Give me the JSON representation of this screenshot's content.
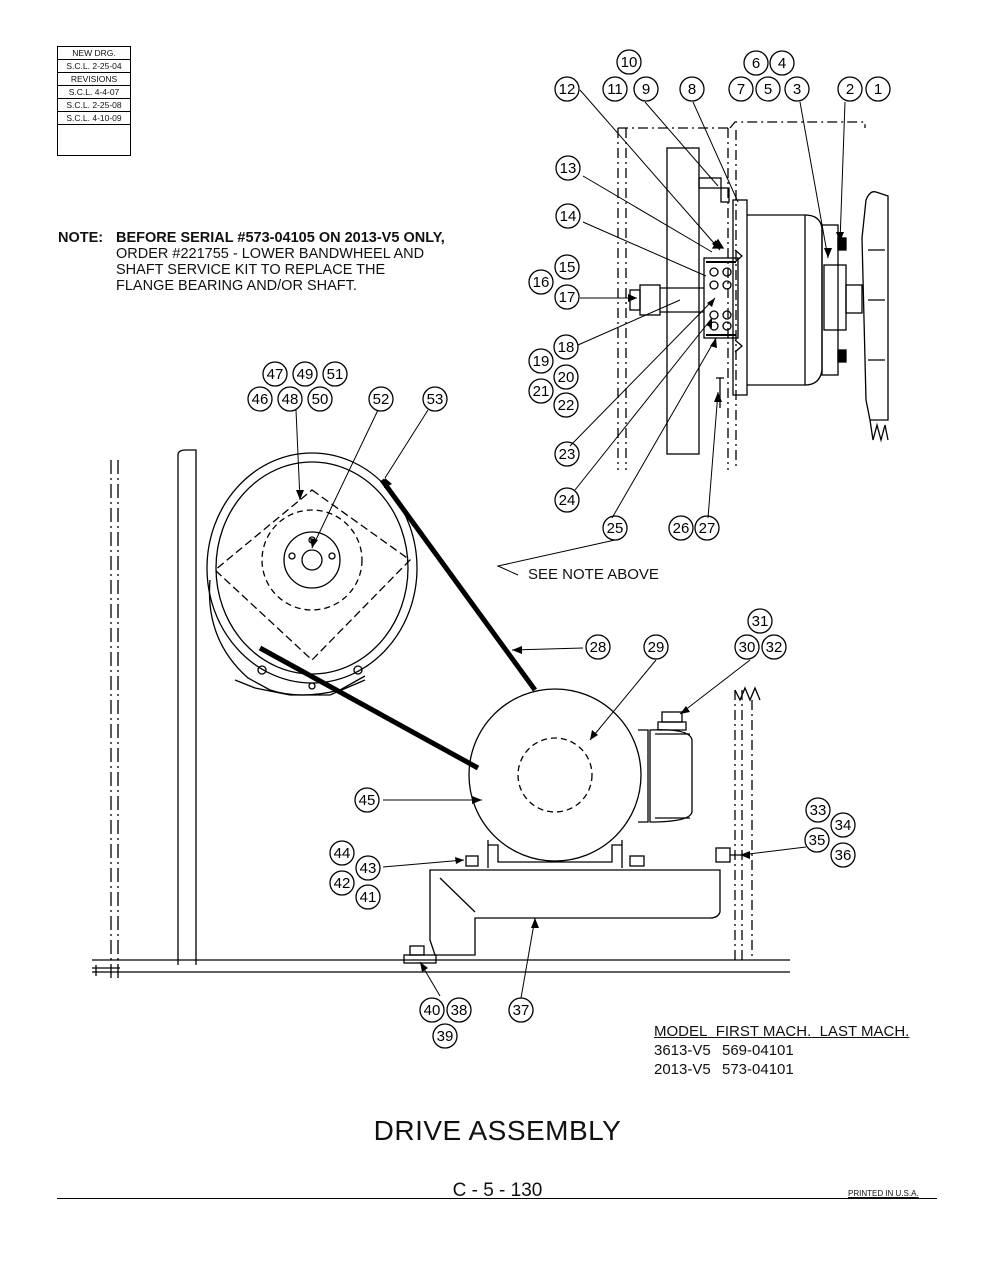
{
  "revisions": {
    "new_drg_label": "NEW DRG.",
    "new_drg_value": "S.C.L. 2-25-04",
    "header": "REVISIONS",
    "entries": [
      "S.C.L. 4-4-07",
      "S.C.L. 2-25-08",
      "S.C.L. 4-10-09"
    ]
  },
  "note": {
    "label": "NOTE:",
    "line1": "BEFORE SERIAL #573-04105 ON 2013-V5 ONLY,",
    "line2": "ORDER #221755 - LOWER BANDWHEEL AND",
    "line3": "SHAFT SERVICE KIT TO REPLACE THE",
    "line4": "FLANGE BEARING AND/OR SHAFT."
  },
  "see_note": "SEE NOTE ABOVE",
  "callouts": [
    "1",
    "2",
    "3",
    "4",
    "5",
    "6",
    "7",
    "8",
    "9",
    "10",
    "11",
    "12",
    "13",
    "14",
    "15",
    "16",
    "17",
    "18",
    "19",
    "20",
    "21",
    "22",
    "23",
    "24",
    "25",
    "26",
    "27",
    "28",
    "29",
    "30",
    "31",
    "32",
    "33",
    "34",
    "35",
    "36",
    "37",
    "38",
    "39",
    "40",
    "41",
    "42",
    "43",
    "44",
    "45",
    "46",
    "47",
    "48",
    "49",
    "50",
    "51",
    "52",
    "53"
  ],
  "model_table": {
    "headers": [
      "MODEL",
      "FIRST MACH.",
      "LAST MACH."
    ],
    "rows": [
      {
        "model": "3613-V5",
        "first": "569-04101",
        "last": ""
      },
      {
        "model": "2013-V5",
        "first": "573-04101",
        "last": ""
      }
    ]
  },
  "title": "DRIVE ASSEMBLY",
  "page_number": "C - 5 - 130",
  "printed": "PRINTED IN U.S.A."
}
